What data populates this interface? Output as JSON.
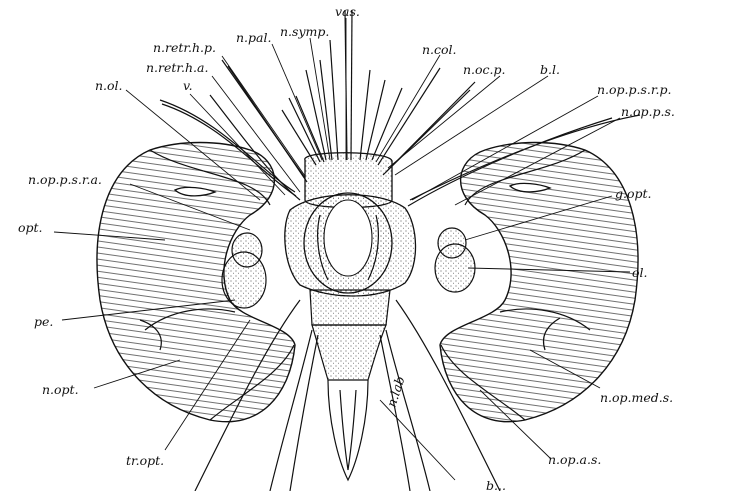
{
  "figure": {
    "labels": {
      "vas": "vas.",
      "n_symp": "n.symp.",
      "n_pal": "n.pal.",
      "n_retr_h_p": "n.retr.h.p.",
      "n_retr_h_a": "n.retr.h.a.",
      "n_ol": "n.ol.",
      "v": "v.",
      "n_col": "n.col.",
      "n_oc_p": "n.oc.p.",
      "b_l": "b.l.",
      "n_op_p_s_r_p": "n.op.p.s.r.p.",
      "n_op_p_s": "n.op.p.s.",
      "n_op_p_s_r_a": "n.op.p.s.r.a.",
      "g_opt": "g.opt.",
      "opt": "opt.",
      "ol": "ol.",
      "pe": "pe.",
      "n_opt": "n.opt.",
      "n_op_med_s": "n.op.med.s.",
      "tr_opt": "tr.opt.",
      "n_op_a_s": "n.op.a.s.",
      "n_lab": "n.lab",
      "bottom_cut": "b..."
    }
  }
}
